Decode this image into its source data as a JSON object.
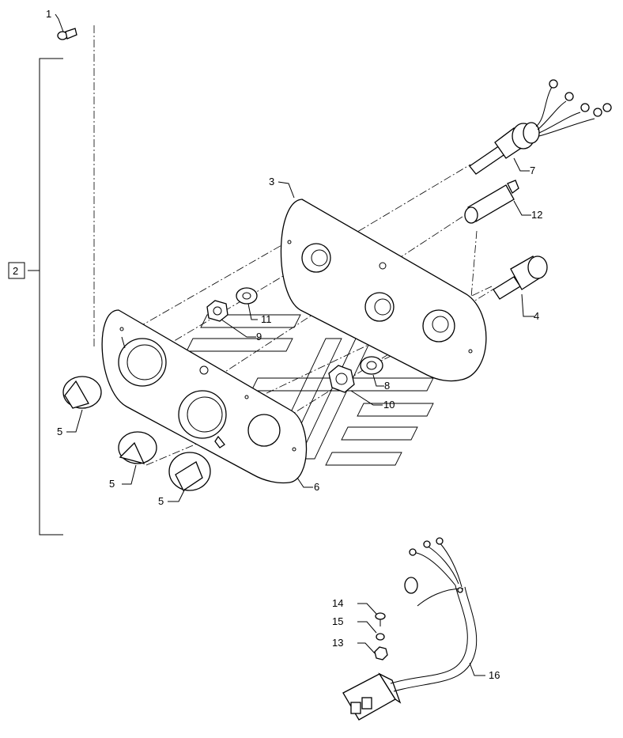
{
  "diagram": {
    "callouts": [
      "1",
      "2",
      "3",
      "4",
      "5",
      "5",
      "5",
      "6",
      "7",
      "8",
      "9",
      "10",
      "11",
      "12",
      "13",
      "14",
      "15",
      "16"
    ]
  }
}
